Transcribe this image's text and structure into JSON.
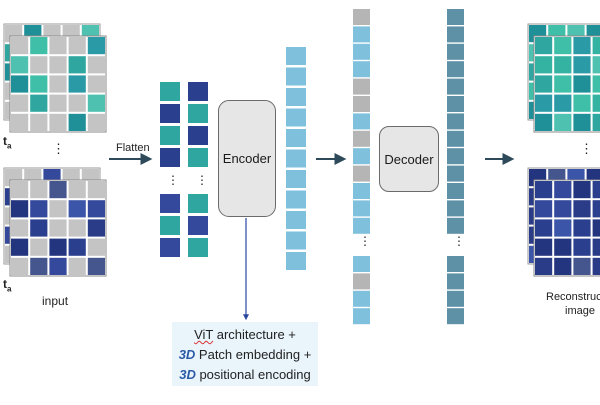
{
  "labels": {
    "flatten": "Flatten",
    "input": "input",
    "t_a": "t",
    "t_a_sub": "a",
    "dots": "⋮",
    "reconstructed_1": "Reconstruc",
    "reconstructed_2": "image"
  },
  "encoder": {
    "label": "Encoder"
  },
  "decoder": {
    "label": "Decoder"
  },
  "vit_box": {
    "line1_prefix": "ViT",
    "line1_rest": " architecture +",
    "line2_tag": "3D",
    "line2_rest": " Patch embedding +",
    "line3_tag": "3D",
    "line3_rest": " positional encoding"
  },
  "colors": {
    "embedding_token": "#7fc1dc",
    "masked_token": "#b5b5b5",
    "decoder_token": "#5f91a6",
    "arrow": "#2e4a5a",
    "encoder_link": "#2a47a0",
    "vit_bg": "#e9f4fb",
    "accent_3d": "#2a5aa6"
  }
}
